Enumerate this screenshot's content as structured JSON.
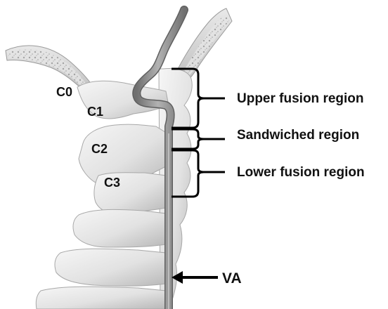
{
  "vertebrae": {
    "c0": "C0",
    "c1": "C1",
    "c2": "C2",
    "c3": "C3"
  },
  "regions": {
    "upper": "Upper fusion region",
    "sandwiched": "Sandwiched  region",
    "lower": "Lower fusion region"
  },
  "artery": {
    "label": "VA"
  },
  "colors": {
    "bone": "#e6e6e6",
    "bone_shadow": "#b9b9b9",
    "artery": "#8d8d8d",
    "artery_highlight": "#c4c4c4",
    "bracket": "#000000"
  }
}
